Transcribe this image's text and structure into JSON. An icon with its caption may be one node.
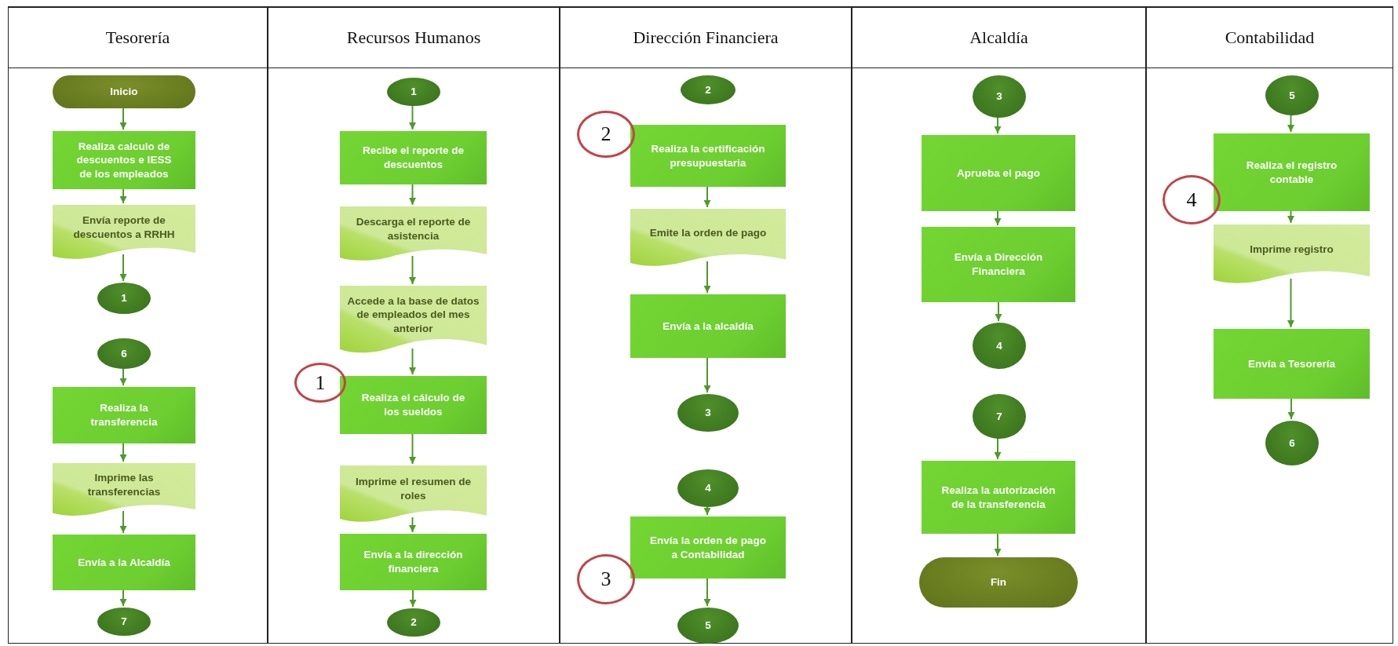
{
  "diagram": {
    "nodes": [
      {
        "text": [
          "Tesorería"
        ]
      },
      {
        "text": [
          "Inicio"
        ],
        "in": 0
      },
      {
        "text": [
          "Realiza calculo de descuentos e IESS de los empleados"
        ],
        "in": 0
      },
      {
        "text": [
          "Envía reporte de descuentos a RRHH"
        ],
        "in": 0
      },
      {
        "text": [
          "1"
        ],
        "in": 0
      },
      {
        "text": [
          "6"
        ],
        "in": 0
      },
      {
        "text": [
          "Realiza la transferencia"
        ],
        "in": 0
      },
      {
        "text": [
          "Imprime las transferencias"
        ],
        "in": 0
      },
      {
        "text": [
          "Envía a la Alcaldía"
        ],
        "in": 0
      },
      {
        "text": [
          "7"
        ],
        "in": 0
      },
      {
        "text": [
          "Recursos Humanos"
        ]
      },
      {
        "text": [
          "1"
        ],
        "in": 10
      },
      {
        "text": [
          "Recibe el reporte de descuentos"
        ],
        "in": 10
      },
      {
        "text": [
          "Descarga el reporte de asistencia"
        ],
        "in": 10
      },
      {
        "text": [
          "Accede a la base de datos de empleados del mes anterior"
        ],
        "in": 10
      },
      {
        "text": [
          "1"
        ],
        "in": 10
      },
      {
        "text": [
          "Realiza el cálculo de los sueldos"
        ],
        "in": 10
      },
      {
        "text": [
          "Imprime el resumen de roles"
        ],
        "in": 10
      },
      {
        "text": [
          "Envía a la dirección financiera"
        ],
        "in": 10
      },
      {
        "text": [
          "2"
        ],
        "in": 10
      },
      {
        "text": [
          "Dirección Financiera"
        ]
      },
      {
        "text": [
          "2"
        ],
        "in": 20
      },
      {
        "text": [
          "2"
        ],
        "in": 20
      },
      {
        "text": [
          "Realiza la certificación presupuestaria"
        ],
        "in": 20
      },
      {
        "text": [
          "Emite la orden de pago"
        ],
        "in": 20
      },
      {
        "text": [
          "Envía a la alcaldía"
        ],
        "in": 20
      },
      {
        "text": [
          "3"
        ],
        "in": 20
      },
      {
        "text": [
          "4"
        ],
        "in": 20
      },
      {
        "text": [
          "Envía la orden de pago a Contabilidad"
        ],
        "in": 20
      },
      {
        "text": [
          "3"
        ],
        "in": 20
      },
      {
        "text": [
          "5"
        ],
        "in": 20
      },
      {
        "text": [
          "Alcaldía"
        ]
      },
      {
        "text": [
          "3"
        ],
        "in": 31
      },
      {
        "text": [
          "Aprueba el pago"
        ],
        "in": 31
      },
      {
        "text": [
          "Envía a Dirección Financiera"
        ],
        "in": 31
      },
      {
        "text": [
          "4"
        ],
        "in": 31
      },
      {
        "text": [
          "7"
        ],
        "in": 31
      },
      {
        "text": [
          "Realiza la autorización de la transferencia"
        ],
        "in": 31
      },
      {
        "text": [
          "Fin"
        ],
        "in": 31
      },
      {
        "text": [
          "Contabilidad"
        ]
      },
      {
        "text": [
          "5"
        ],
        "in": 39
      },
      {
        "text": [
          "Realiza el registro contable"
        ],
        "in": 39
      },
      {
        "text": [
          "4"
        ],
        "in": 39
      },
      {
        "text": [
          "Imprime registro"
        ],
        "in": 39
      },
      {
        "text": [
          "Envía a Tesorería"
        ],
        "in": 39
      },
      {
        "text": [
          "6"
        ],
        "in": 39
      }
    ],
    "edges": [
      {
        "from": 1,
        "to": 2,
        "arrow": "to"
      },
      {
        "from": 2,
        "to": 3,
        "arrow": "to"
      },
      {
        "from": 3,
        "to": 4,
        "arrow": "to"
      },
      {
        "from": 5,
        "to": 6,
        "arrow": "to"
      },
      {
        "from": 6,
        "to": 7,
        "arrow": "to"
      },
      {
        "from": 7,
        "to": 8,
        "arrow": "to"
      },
      {
        "from": 8,
        "to": 9,
        "arrow": "to"
      },
      {
        "from": 11,
        "to": 12,
        "arrow": "to"
      },
      {
        "from": 12,
        "to": 13,
        "arrow": "to"
      },
      {
        "from": 13,
        "to": 14,
        "arrow": "to"
      },
      {
        "from": 14,
        "to": 16,
        "arrow": "to"
      },
      {
        "from": 16,
        "to": 17,
        "arrow": "to"
      },
      {
        "from": 17,
        "to": 18,
        "arrow": "to"
      },
      {
        "from": 18,
        "to": 19,
        "arrow": "to"
      },
      {
        "from": 23,
        "to": 24,
        "arrow": "to"
      },
      {
        "from": 24,
        "to": 25,
        "arrow": "to"
      },
      {
        "from": 25,
        "to": 26,
        "arrow": "to"
      },
      {
        "from": 27,
        "to": 28,
        "arrow": "to"
      },
      {
        "from": 28,
        "to": 30,
        "arrow": "to"
      },
      {
        "from": 32,
        "to": 33,
        "arrow": "to"
      },
      {
        "from": 33,
        "to": 34,
        "arrow": "to"
      },
      {
        "from": 34,
        "to": 35,
        "arrow": "to"
      },
      {
        "from": 36,
        "to": 37,
        "arrow": "to"
      },
      {
        "from": 37,
        "to": 38,
        "arrow": "to"
      },
      {
        "from": 40,
        "to": 41,
        "arrow": "to"
      },
      {
        "from": 41,
        "to": 43,
        "arrow": "to"
      },
      {
        "from": 43,
        "to": 44,
        "arrow": "to"
      },
      {
        "from": 44,
        "to": 45,
        "arrow": "to"
      }
    ]
  }
}
